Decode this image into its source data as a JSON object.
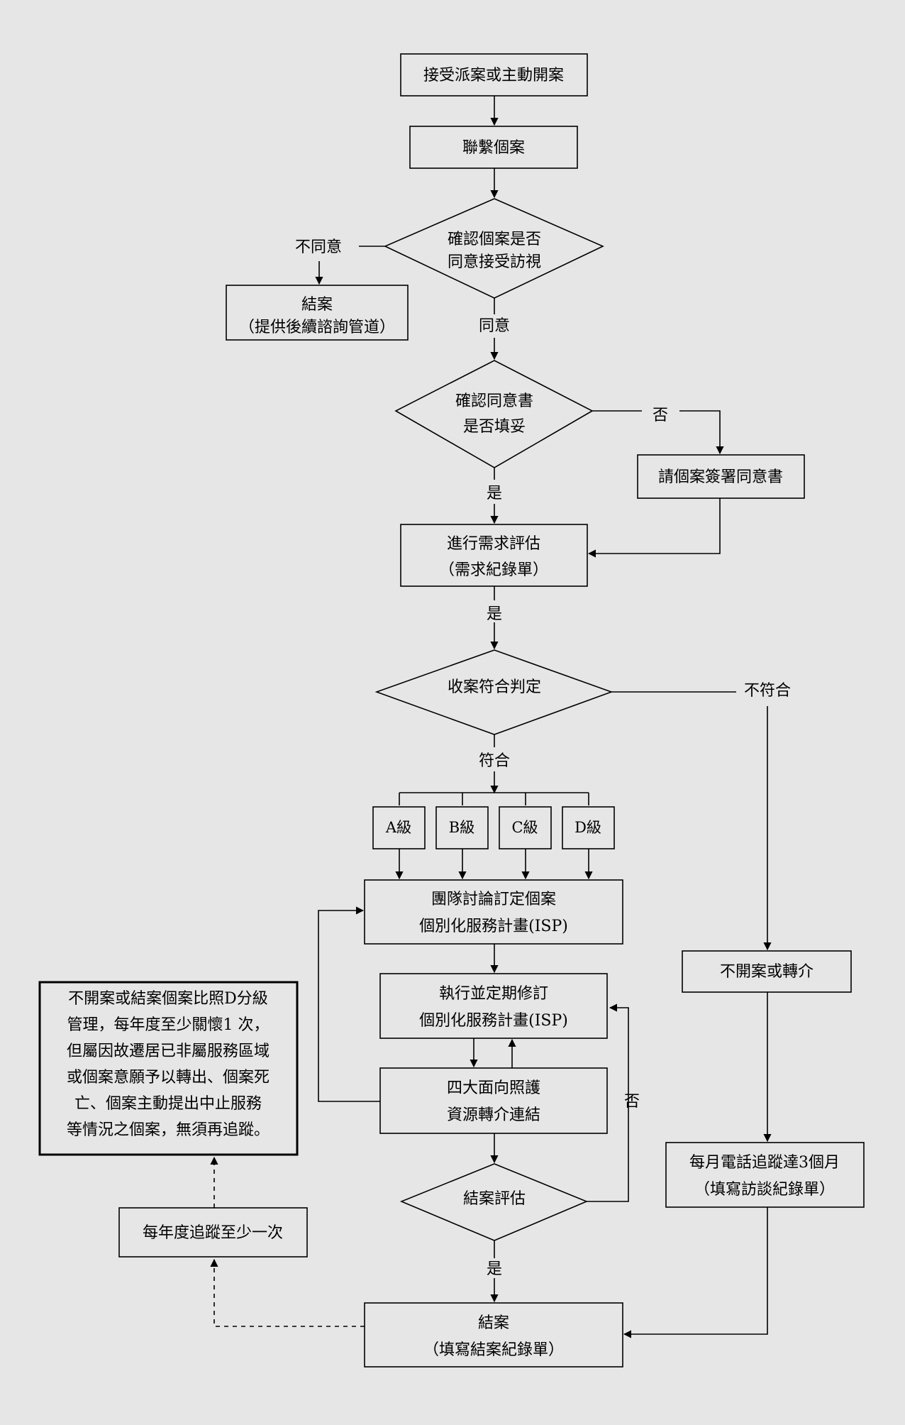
{
  "nodes": {
    "start": "接受派案或主動開案",
    "contact": "聯繫個案",
    "confirm_visit": [
      "確認個案是否",
      "同意接受訪視"
    ],
    "close_early": [
      "結案",
      "（提供後續諮詢管道）"
    ],
    "confirm_consent": [
      "確認同意書",
      "是否填妥"
    ],
    "sign_consent": "請個案簽署同意書",
    "assess": [
      "進行需求評估",
      "（需求紀錄單）"
    ],
    "eligibility": "收案符合判定",
    "level_a": "A級",
    "level_b": "B級",
    "level_c": "C級",
    "level_d": "D級",
    "team_isp": [
      "團隊討論訂定個案",
      "個別化服務計畫(ISP)"
    ],
    "exec_isp": [
      "執行並定期修訂",
      "個別化服務計畫(ISP)"
    ],
    "care_link": [
      "四大面向照護",
      "資源轉介連結"
    ],
    "close_eval": "結案評估",
    "close": [
      "結案",
      "（填寫結案紀錄單）"
    ],
    "no_open": "不開案或轉介",
    "phone_track": [
      "每月電話追蹤達3個月",
      "（填寫訪談紀錄單）"
    ],
    "yearly_track": "每年度追蹤至少一次",
    "note": [
      "不開案或結案個案比照D分級",
      "管理，每年度至少關懷1 次，",
      "但屬因故遷居已非屬服務區域",
      "或個案意願予以轉出、個案死",
      "亡、個案主動提出中止服務",
      "等情況之個案，無須再追蹤。"
    ]
  },
  "edge_labels": {
    "disagree": "不同意",
    "agree": "同意",
    "no_consent": "否",
    "yes_consent": "是",
    "yes_assess": "是",
    "not_eligible": "不符合",
    "eligible": "符合",
    "no_close": "否",
    "yes_close": "是"
  }
}
